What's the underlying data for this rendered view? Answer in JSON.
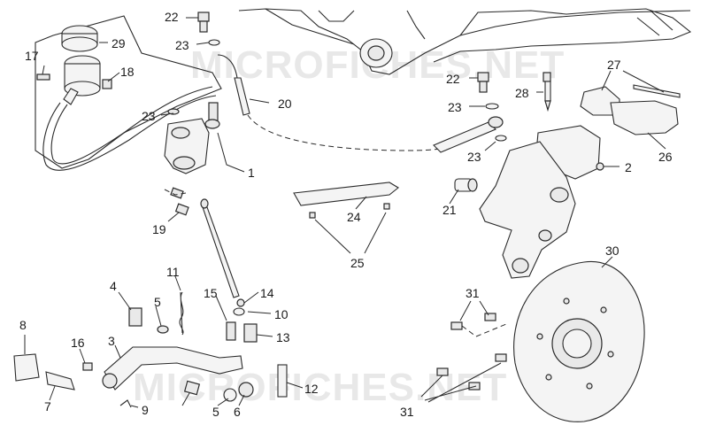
{
  "callouts": {
    "c1": "1",
    "c2": "2",
    "c3": "3",
    "c4": "4",
    "c5a": "5",
    "c5b": "5",
    "c6": "6",
    "c7": "7",
    "c8": "8",
    "c9": "9",
    "c10": "10",
    "c11": "11",
    "c12": "12",
    "c13": "13",
    "c14": "14",
    "c15": "15",
    "c16": "16",
    "c17": "17",
    "c18": "18",
    "c19": "19",
    "c20": "20",
    "c21": "21",
    "c22a": "22",
    "c22b": "22",
    "c23a": "23",
    "c23b": "23",
    "c23c": "23",
    "c23d": "23",
    "c24": "24",
    "c25": "25",
    "c26": "26",
    "c27": "27",
    "c28": "28",
    "c29": "29",
    "c30": "30",
    "c31a": "31",
    "c31b": "31"
  },
  "watermark": {
    "top": "MICROFICHES.NET",
    "bottom": "MICROFICHES.NET"
  }
}
